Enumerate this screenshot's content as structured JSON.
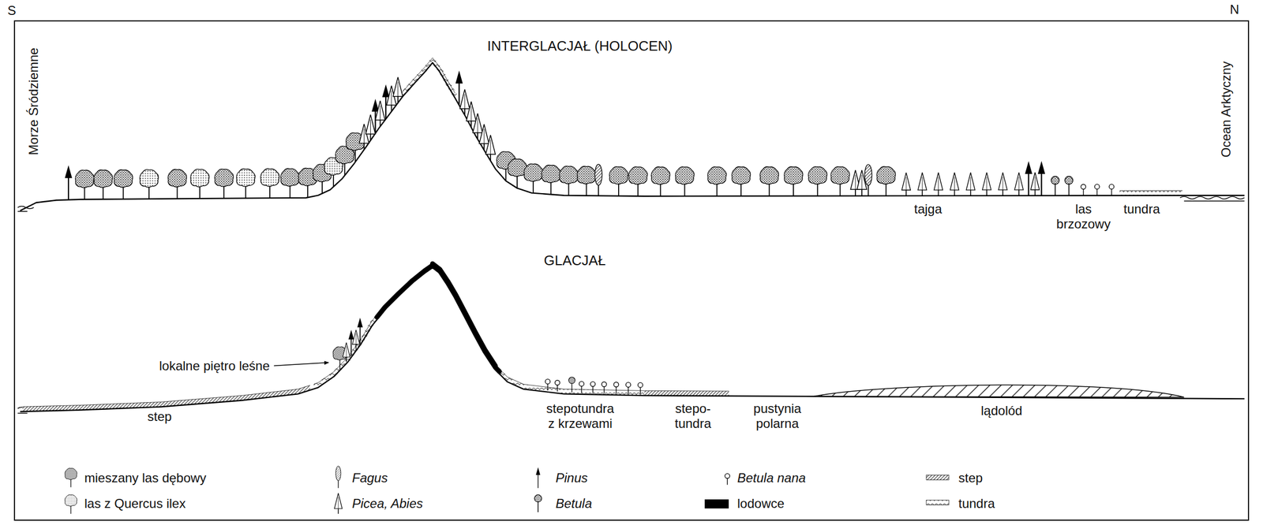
{
  "diagram": {
    "labels": [
      "S",
      "N",
      "Morze Śródziemne",
      "Ocean Arktyczny",
      "INTERGLACJAŁ (HOLOCEN)",
      "tajga",
      "las brzozowy",
      "tundra",
      "GLACJAŁ",
      "lokalne piętro leśne",
      "step",
      "stepotundra z krzewami",
      "stepo- tundra",
      "pustynia polarna",
      "lądolód"
    ],
    "legend": [
      {
        "text": "mieszany las dębowy"
      },
      {
        "text": "Fagus"
      },
      {
        "text": "Pinus"
      },
      {
        "text": "Betula nana"
      },
      {
        "text": "step"
      },
      {
        "text": "las z Quercus ilex"
      },
      {
        "text": "Picea, Abies"
      },
      {
        "text": "Betula"
      },
      {
        "text": "lodowce",
        "color": "#000000"
      },
      {
        "text": "tundra"
      }
    ]
  }
}
